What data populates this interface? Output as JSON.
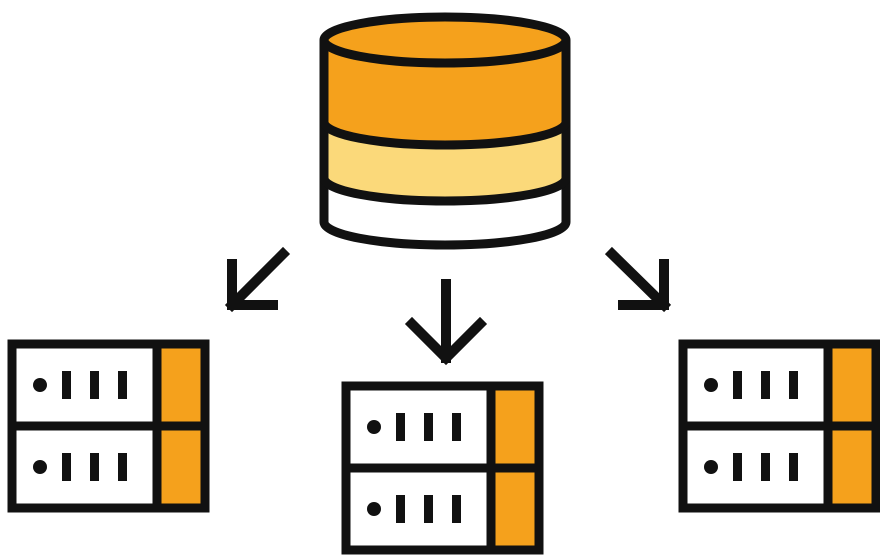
{
  "diagram": {
    "type": "database-replication",
    "icons": {
      "database": "database-icon",
      "server": "server-rack-icon",
      "arrow": "arrow-icon"
    },
    "database": {
      "layers": [
        "top",
        "middle",
        "bottom"
      ]
    },
    "targets": [
      {
        "name": "left",
        "units": 2,
        "arrow_direction": "down-left"
      },
      {
        "name": "center",
        "units": 2,
        "arrow_direction": "down"
      },
      {
        "name": "right",
        "units": 2,
        "arrow_direction": "down-right"
      }
    ],
    "colors": {
      "outline": "#111111",
      "orange": "#f5a11c",
      "light_yellow": "#fbd97a",
      "white": "#ffffff",
      "background": "#ffffff"
    }
  }
}
